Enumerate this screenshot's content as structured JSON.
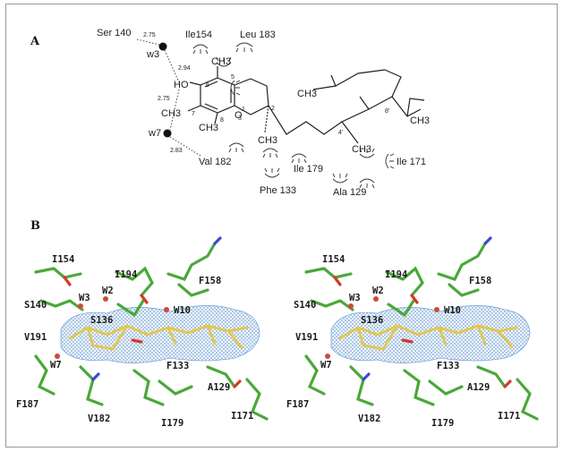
{
  "panel_a": {
    "letter": "A",
    "residues": {
      "ser140": "Ser 140",
      "ile154": "Ile154",
      "leu183": "Leu 183",
      "val182": "Val 182",
      "ile179": "Ile 179",
      "phe133": "Phe 133",
      "ala129": "Ala 129",
      "ile171": "Ile 171"
    },
    "waters": {
      "w3": "w3",
      "w7": "w7"
    },
    "distances": {
      "d1": "2.75",
      "d2": "2.94",
      "d3": "2.75",
      "d4": "2.83"
    },
    "atoms": {
      "ho": "HO",
      "o": "O",
      "ch3_5": "CH3",
      "ch3_7": "CH3",
      "ch3_8": "CH3",
      "ch3_2": "CH3",
      "ch3_4p": "CH3",
      "ch3_8p": "CH3",
      "ch3_top": "CH3",
      "ch3_sub": "3"
    },
    "numbers": {
      "n6": "6",
      "n5": "5",
      "n7": "7",
      "n8": "8",
      "n1": "1",
      "n2": "2",
      "n4p": "4'",
      "n8p": "8'"
    }
  },
  "panel_b": {
    "letter": "B",
    "colors": {
      "density": "#7aa7d8",
      "ligand": "#e3c750",
      "protein": "#4aa83a",
      "water": "#d0493a",
      "nitrogen": "#3a4ad0",
      "oxygen": "#d23a2a"
    },
    "labels_left": {
      "i154": "I154",
      "i194": "I194",
      "f158": "F158",
      "s140": "S140",
      "w3": "W3",
      "w2": "W2",
      "w10": "W10",
      "s136": "S136",
      "v191": "V191",
      "w7": "W7",
      "f133": "F133",
      "a129": "A129",
      "f187": "F187",
      "v182": "V182",
      "i179": "I179",
      "i171": "I171"
    },
    "labels_right": {
      "i154": "I154",
      "i194": "I194",
      "f158": "F158",
      "s140": "S140",
      "w3": "W3",
      "w2": "W2",
      "w10": "W10",
      "s136": "S136",
      "v191": "V191",
      "w7": "W7",
      "f133": "F133",
      "a129": "A129",
      "f187": "F187",
      "v182": "V182",
      "i179": "I179",
      "i171": "I171"
    }
  }
}
